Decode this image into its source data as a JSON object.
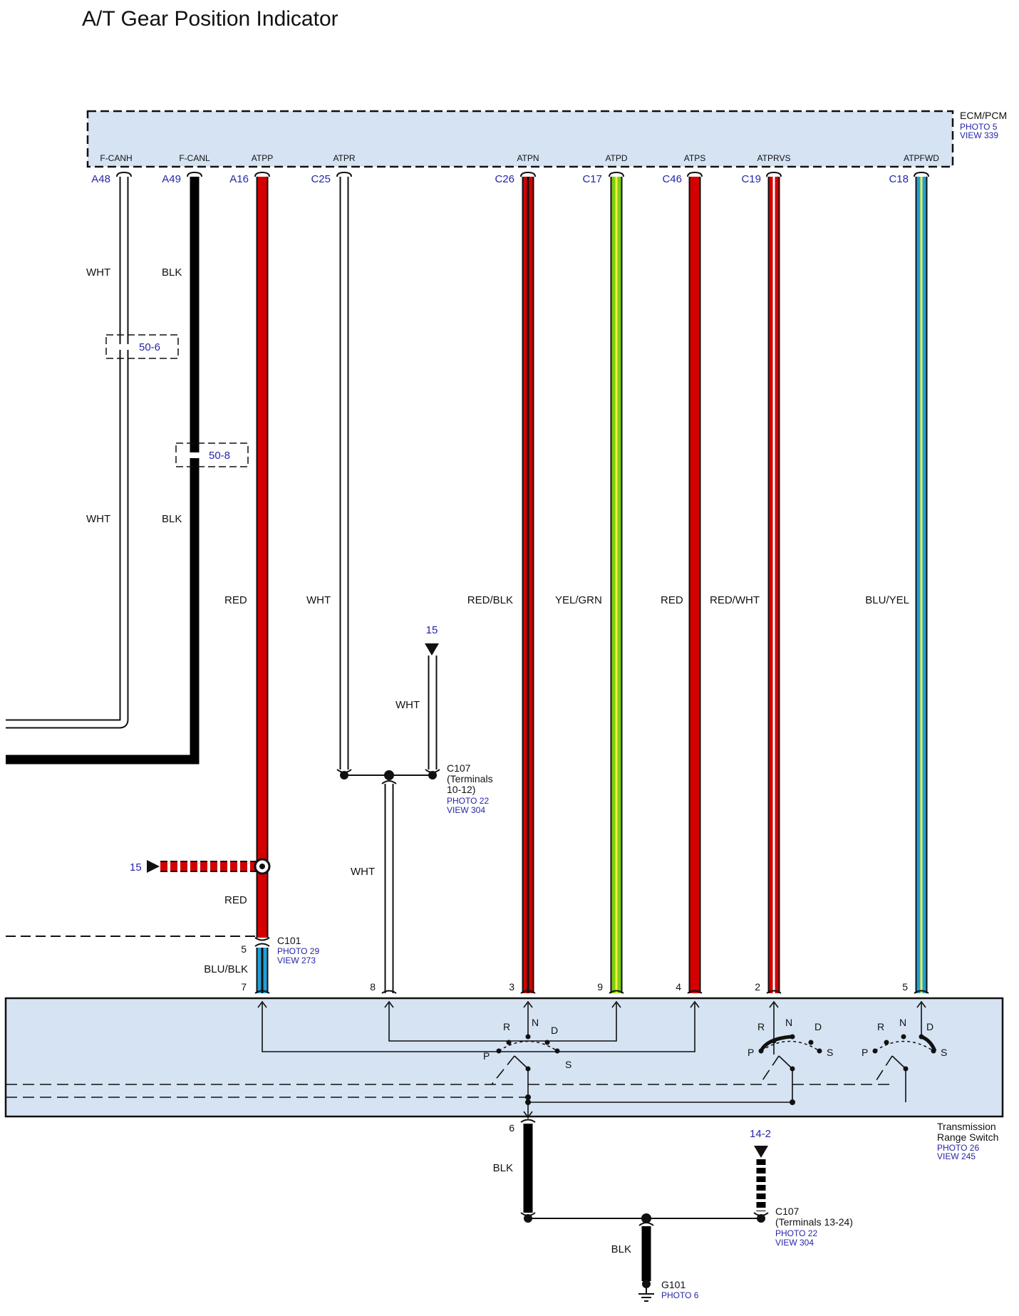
{
  "title": "A/T Gear Position Indicator",
  "ecm": {
    "name": "ECM/PCM",
    "photo": "PHOTO 5",
    "view": "VIEW 339",
    "pins": [
      {
        "signal": "F-CANH",
        "terminal": "A48",
        "wire": "WHT"
      },
      {
        "signal": "F-CANL",
        "terminal": "A49",
        "wire": "BLK"
      },
      {
        "signal": "ATPP",
        "terminal": "A16",
        "wire": "RED"
      },
      {
        "signal": "ATPR",
        "terminal": "C25",
        "wire": "WHT"
      },
      {
        "signal": "ATPN",
        "terminal": "C26",
        "wire": "RED/BLK"
      },
      {
        "signal": "ATPD",
        "terminal": "C17",
        "wire": "YEL/GRN"
      },
      {
        "signal": "ATPS",
        "terminal": "C46",
        "wire": "RED"
      },
      {
        "signal": "ATPRVS",
        "terminal": "C19",
        "wire": "RED/WHT"
      },
      {
        "signal": "ATPFWD",
        "terminal": "C18",
        "wire": "BLU/YEL"
      }
    ]
  },
  "can_labels": {
    "wht_upper": "WHT",
    "blk_upper": "BLK",
    "wht_lower": "WHT",
    "blk_lower": "BLK"
  },
  "refs": {
    "r50_6": "50-6",
    "r50_8": "50-8",
    "r15_top": "15",
    "r15_left": "15",
    "r14_2": "14-2"
  },
  "c107_upper": {
    "name": "C107",
    "terminals": "(Terminals",
    "range": "10-12)",
    "photo": "PHOTO 22",
    "view": "VIEW 304",
    "wire_up": "WHT",
    "wire_down": "WHT"
  },
  "c101": {
    "name": "C101",
    "photo": "PHOTO 29",
    "view": "VIEW 273",
    "pin_top": "5",
    "pin_bottom": "7",
    "wire_below": "BLU/BLK",
    "wire_above": "RED"
  },
  "trs": {
    "name_line1": "Transmission",
    "name_line2": "Range Switch",
    "photo": "PHOTO 26",
    "view": "VIEW 245",
    "pins": {
      "p7": "7",
      "p8": "8",
      "p3": "3",
      "p9": "9",
      "p4": "4",
      "p2": "2",
      "p5": "5",
      "p6": "6"
    },
    "positions": {
      "p": "P",
      "r": "R",
      "n": "N",
      "d": "D",
      "s": "S"
    }
  },
  "ground_wire": {
    "top": "BLK",
    "bottom": "BLK"
  },
  "c107_lower": {
    "name": "C107",
    "terminals": "(Terminals 13-24)",
    "photo": "PHOTO 22",
    "view": "VIEW 304"
  },
  "g101": {
    "name": "G101",
    "photo": "PHOTO 6"
  },
  "colors": {
    "box_fill": "#d5e3f3",
    "red": "#d40000",
    "black": "#000000",
    "green": "#7ccf12",
    "yellow": "#f5f03a",
    "blue": "#21a0d8",
    "term_blue": "#2525a8"
  }
}
